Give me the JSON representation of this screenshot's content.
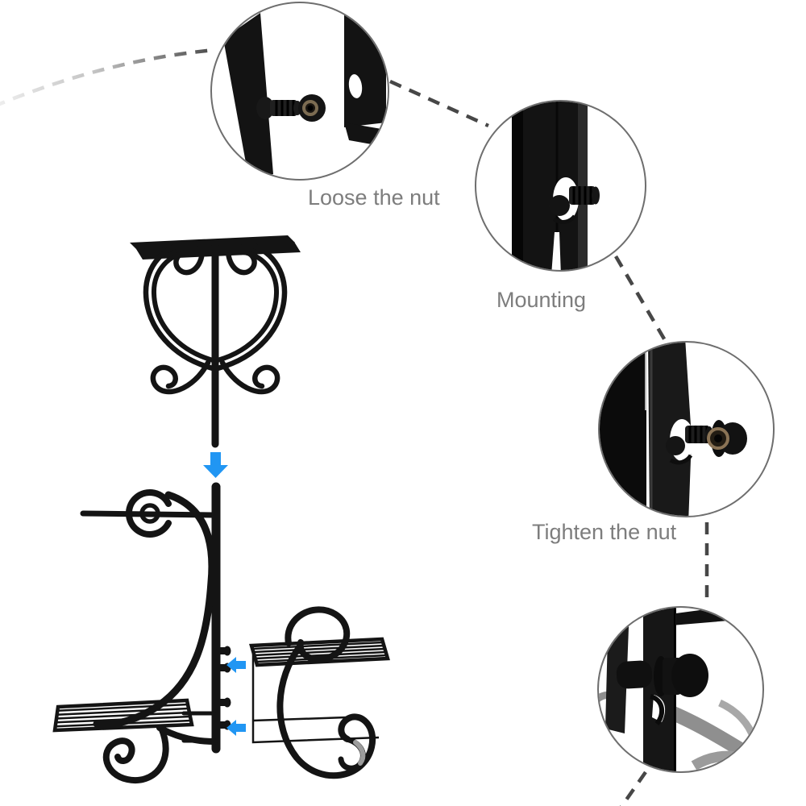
{
  "diagram": {
    "steps": [
      {
        "label": "Loose the nut",
        "photo": "bracket-with-screw-and-loose-nut"
      },
      {
        "label": "Mounting",
        "photo": "pole-with-mounted-screw"
      },
      {
        "label": "Tighten the nut",
        "photo": "pole-screw-with-nut-ready"
      },
      {
        "label": "",
        "photo": "bolt-fully-tightened-on-bracket"
      }
    ],
    "arrows": [
      {
        "direction": "down"
      },
      {
        "direction": "left"
      },
      {
        "direction": "left"
      }
    ],
    "colors": {
      "arrow_blue": "#2196F3",
      "label_gray": "#7D7D7D",
      "dash_gray": "#474747",
      "metal_black": "#141414",
      "circle_border": "#6E6E6E"
    }
  }
}
